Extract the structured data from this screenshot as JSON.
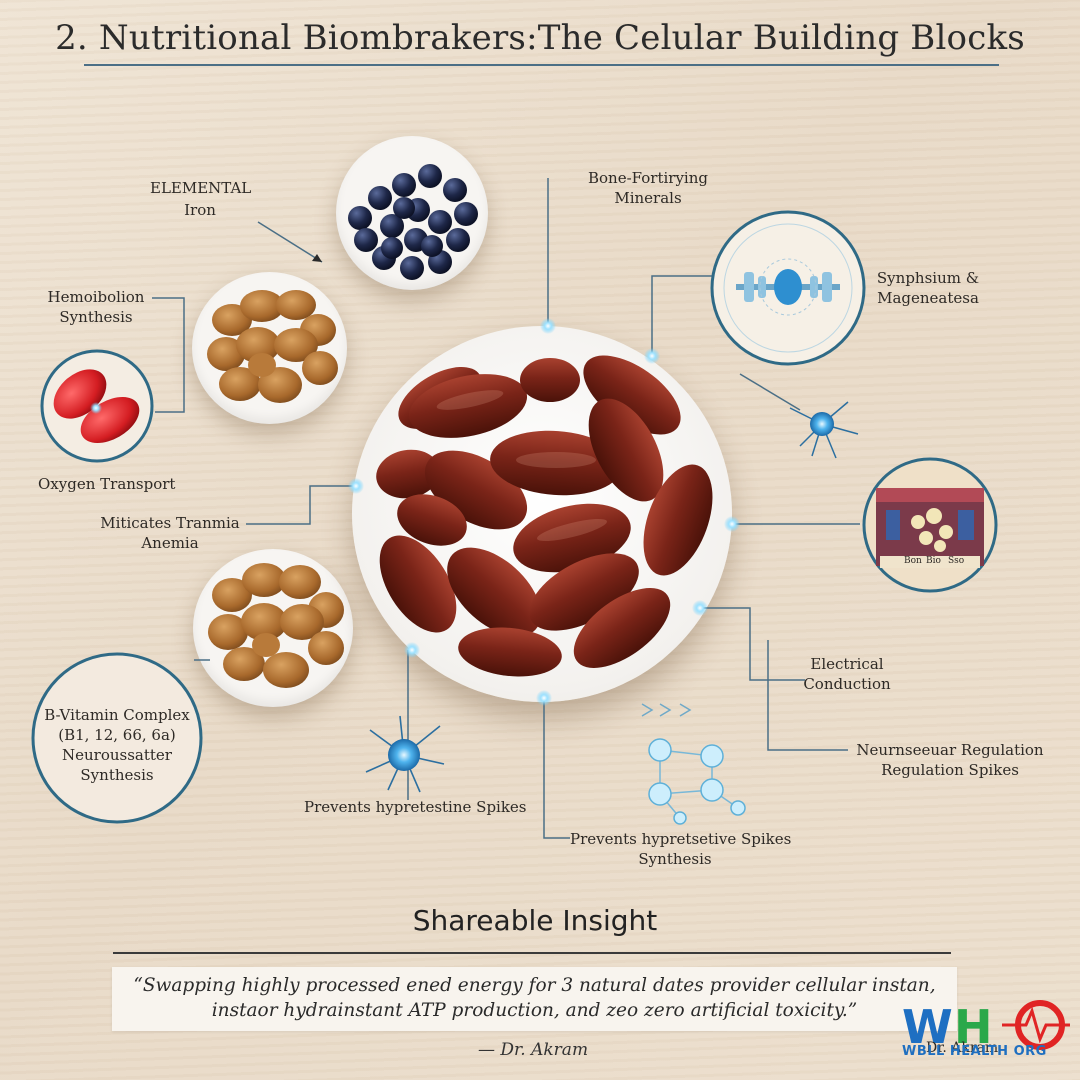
{
  "title": "2. Nutritional Biombrakers:The Celular Building Blocks",
  "labels": {
    "elemental_iron": [
      "ELEMENTAL",
      "Iron"
    ],
    "hemo_synthesis": [
      "Hemoibolion",
      "Synthesis"
    ],
    "oxygen_transport": "Oxygen Transport",
    "mitigates_anemia": [
      "Miticates Tranmia",
      "Anemia"
    ],
    "b_vitamin": [
      "B-Vitamin Complex",
      "(B1, 12, 66, 6a)",
      "Neuroussatter",
      "Synthesis"
    ],
    "prevents_left": "Prevents hypretestine Spikes",
    "prevents_mid": [
      "Prevents hypretsetive Spikes",
      "Synthesis"
    ],
    "bone_minerals": [
      "Bone-Fortirying",
      "Minerals"
    ],
    "synphsium": [
      "Synphsium &",
      "Mageneatesa"
    ],
    "electrical": [
      "Electrical",
      "Conduction"
    ],
    "neuro_regulation": [
      "Neurnseeuar Regulation",
      "Regulation Spikes"
    ],
    "badge_small_text": [
      "Bon",
      "Bio",
      "Sso"
    ]
  },
  "insight": {
    "heading": "Shareable Insight",
    "quote_line1": "“Swapping highly processed ened energy for 3 natural dates provider cellular instan,",
    "quote_line2": "instaor hydrainstant ATP production, and zeo zero artificial toxicity.”",
    "author": "— Dr. Akram"
  },
  "logo": {
    "letters": [
      "W",
      "H",
      "O"
    ],
    "org": "WBLL HEALTH ORG",
    "overlap_text": "Dr. Akram"
  },
  "colors": {
    "accent_line": "#4b6f86",
    "badge_border": "#2f6a86",
    "glow": "#7fd3f5",
    "date": "#6e1f16"
  }
}
